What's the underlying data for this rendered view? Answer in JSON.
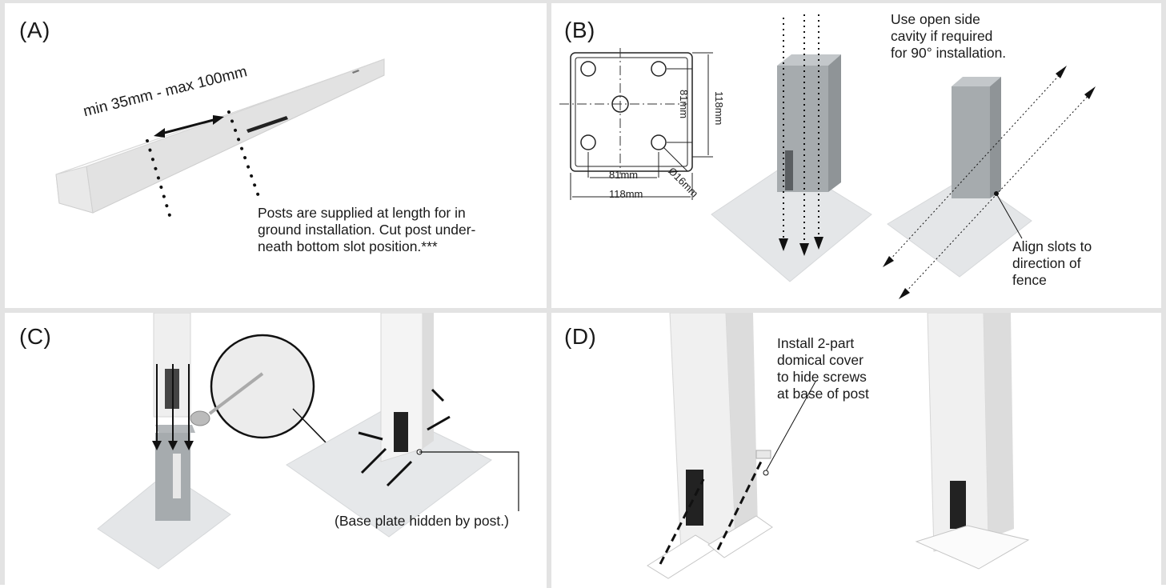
{
  "panels": {
    "a": {
      "label": "(A)",
      "dimension": "min 35mm - max 100mm",
      "note": "Posts are supplied at length for in\nground installation. Cut post under-\nneath bottom slot position.***"
    },
    "b": {
      "label": "(B)",
      "dim_81_vertical": "81mm",
      "dim_118_vertical": "118mm",
      "dim_81_horizontal": "81mm",
      "dim_118_horizontal": "118mm",
      "dim_hole": "Ø16mm",
      "note_top": "Use open side\ncavity if required\nfor 90° installation.",
      "note_align": "Align slots to\ndirection of\nfence"
    },
    "c": {
      "label": "(C)",
      "note": "(Base plate hidden by post.)"
    },
    "d": {
      "label": "(D)",
      "note": "Install 2-part\ndomical cover\nto hide screws\nat base of post"
    }
  },
  "colors": {
    "divider": "#e3e3e3",
    "post": "#efefef",
    "steel": "#a9adb0",
    "plate": "#e6e8ea",
    "line": "#111111"
  }
}
